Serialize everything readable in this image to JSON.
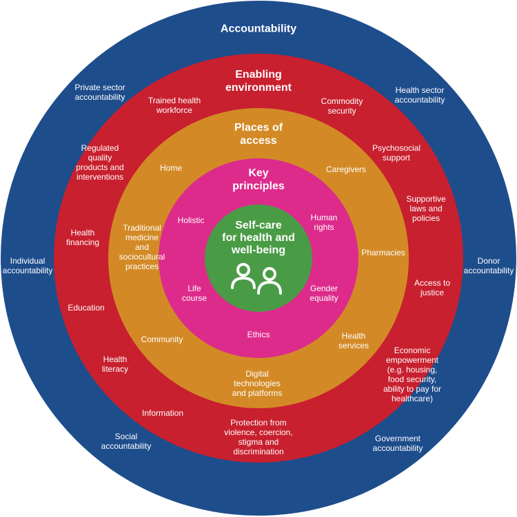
{
  "colors": {
    "accountability": "#1e4d8c",
    "enabling_environment": "#c8202f",
    "places_of_access": "#d38a26",
    "key_principles": "#dd2b8c",
    "self_care": "#4a9b45",
    "text": "#ffffff"
  },
  "accountability": {
    "title": "Accountability",
    "items": {
      "private_sector": "Private sector\naccountability",
      "health_sector": "Health sector\naccountability",
      "individual": "Individual\naccountability",
      "donor": "Donor\naccountability",
      "social": "Social\naccountability",
      "government": "Government\naccountability"
    }
  },
  "enabling_environment": {
    "title": "Enabling\nenvironment",
    "items": {
      "trained_workforce": "Trained health\nworkforce",
      "commodity_security": "Commodity\nsecurity",
      "regulated_products": "Regulated\nquality\nproducts and\ninterventions",
      "psychosocial_support": "Psychosocial\nsupport",
      "supportive_laws": "Supportive\nlaws and\npolicies",
      "health_financing": "Health\nfinancing",
      "access_to_justice": "Access to\njustice",
      "education": "Education",
      "economic_empowerment": "Economic\nempowerment\n(e.g. housing,\nfood security,\nability to pay for\nhealthcare)",
      "health_literacy": "Health\nliteracy",
      "information": "Information",
      "protection": "Protection from\nviolence, coercion,\nstigma and\ndiscrimination"
    }
  },
  "places_of_access": {
    "title": "Places of\naccess",
    "items": {
      "home": "Home",
      "caregivers": "Caregivers",
      "traditional_medicine": "Traditional\nmedicine\nand\nsociocultural\npractices",
      "pharmacies": "Pharmacies",
      "community": "Community",
      "health_services": "Health\nservices",
      "digital_technologies": "Digital\ntechnologies\nand platforms"
    }
  },
  "key_principles": {
    "title": "Key\nprinciples",
    "items": {
      "holistic": "Holistic",
      "human_rights": "Human\nrights",
      "life_course": "Life\ncourse",
      "gender_equality": "Gender\nequality",
      "ethics": "Ethics"
    }
  },
  "self_care": {
    "title": "Self-care\nfor health and\nwell-being",
    "icon": "people-icon"
  }
}
